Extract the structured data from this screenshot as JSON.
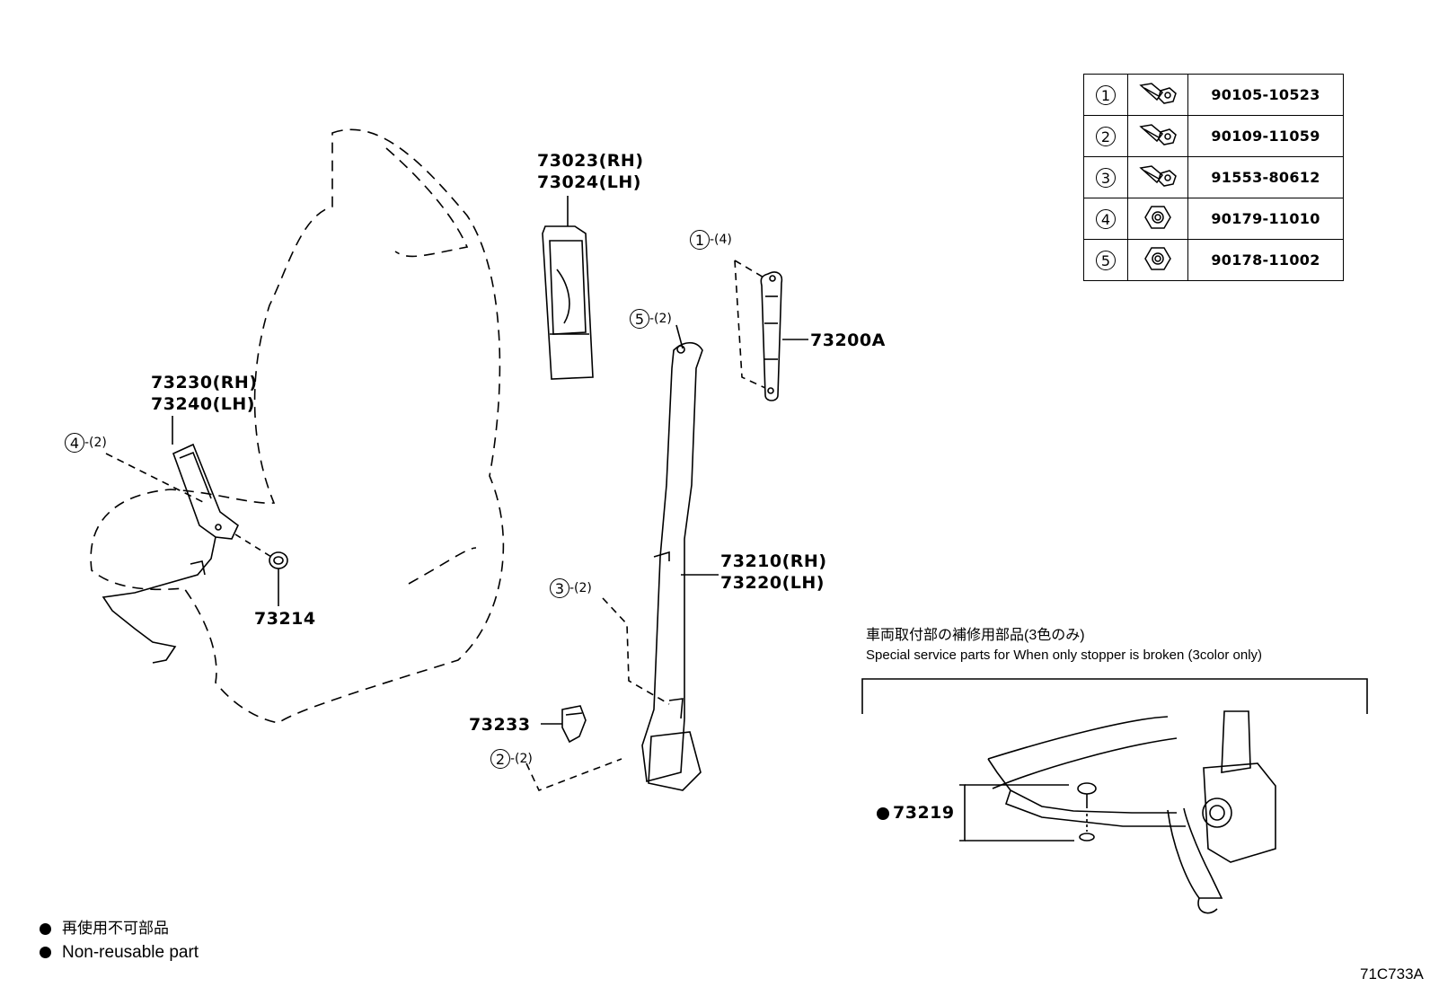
{
  "parts_table": [
    {
      "ref": "1",
      "part_no": "90105-10523",
      "icon": "bolt-icon"
    },
    {
      "ref": "2",
      "part_no": "90109-11059",
      "icon": "bolt-icon"
    },
    {
      "ref": "3",
      "part_no": "91553-80612",
      "icon": "bolt-icon"
    },
    {
      "ref": "4",
      "part_no": "90179-11010",
      "icon": "nut-icon"
    },
    {
      "ref": "5",
      "part_no": "90178-11002",
      "icon": "nut-icon"
    }
  ],
  "labels": {
    "cover_rh": "73023(RH)",
    "cover_lh": "73024(LH)",
    "adjuster": "73200A",
    "buckle_rh": "73230(RH)",
    "buckle_lh": "73240(LH)",
    "washer": "73214",
    "belt_rh": "73210(RH)",
    "belt_lh": "73220(LH)",
    "clip": "73233",
    "stopper": "73219"
  },
  "refs": {
    "r1": {
      "num": "1",
      "qty": "-(4)"
    },
    "r5": {
      "num": "5",
      "qty": "-(2)"
    },
    "r4": {
      "num": "4",
      "qty": "-(2)"
    },
    "r3": {
      "num": "3",
      "qty": "-(2)"
    },
    "r2": {
      "num": "2",
      "qty": "-(2)"
    }
  },
  "special_service": {
    "title_jp": "車両取付部の補修用部品(3色のみ)",
    "title_en": "Special service parts for When only stopper is broken (3color only)"
  },
  "legend": {
    "jp": "再使用不可部品",
    "en": "Non-reusable part"
  },
  "diagram_id": "71C733A"
}
